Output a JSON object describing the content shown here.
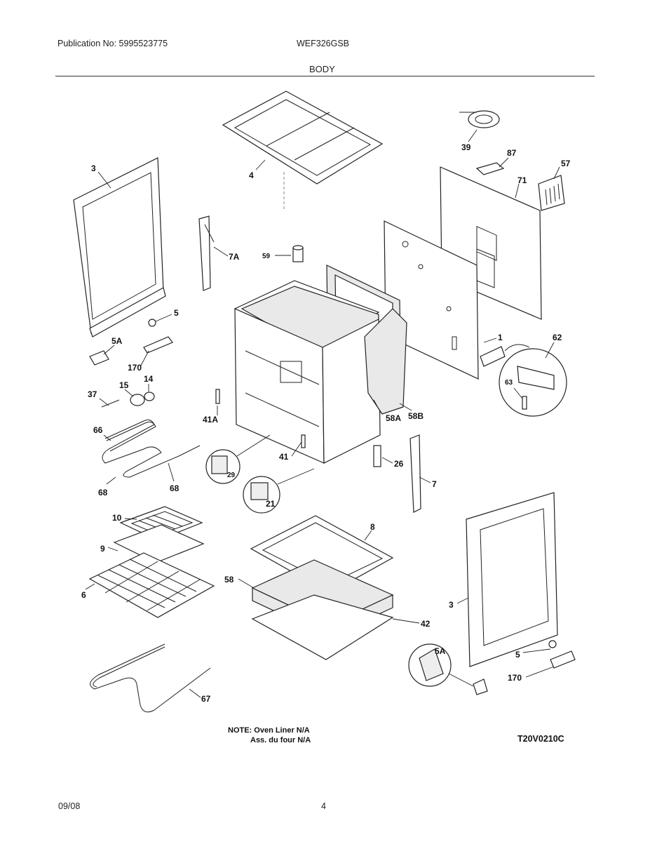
{
  "header": {
    "publication": "Publication No: 5995523775",
    "model": "WEF326GSB",
    "section": "BODY"
  },
  "diagram": {
    "callouts": [
      "3",
      "4",
      "39",
      "87",
      "57",
      "71",
      "7A",
      "59",
      "5",
      "5A",
      "170",
      "1",
      "62",
      "15",
      "14",
      "37",
      "63",
      "41A",
      "58A",
      "58B",
      "66",
      "41",
      "26",
      "29",
      "68",
      "68",
      "21",
      "7",
      "10",
      "8",
      "9",
      "58",
      "6",
      "3",
      "42",
      "5A",
      "5",
      "170",
      "67"
    ]
  },
  "notes": {
    "line1": "NOTE: Oven Liner N/A",
    "line2": "Ass. du four N/A",
    "code": "T20V0210C"
  },
  "footer": {
    "date": "09/08",
    "page": "4"
  }
}
